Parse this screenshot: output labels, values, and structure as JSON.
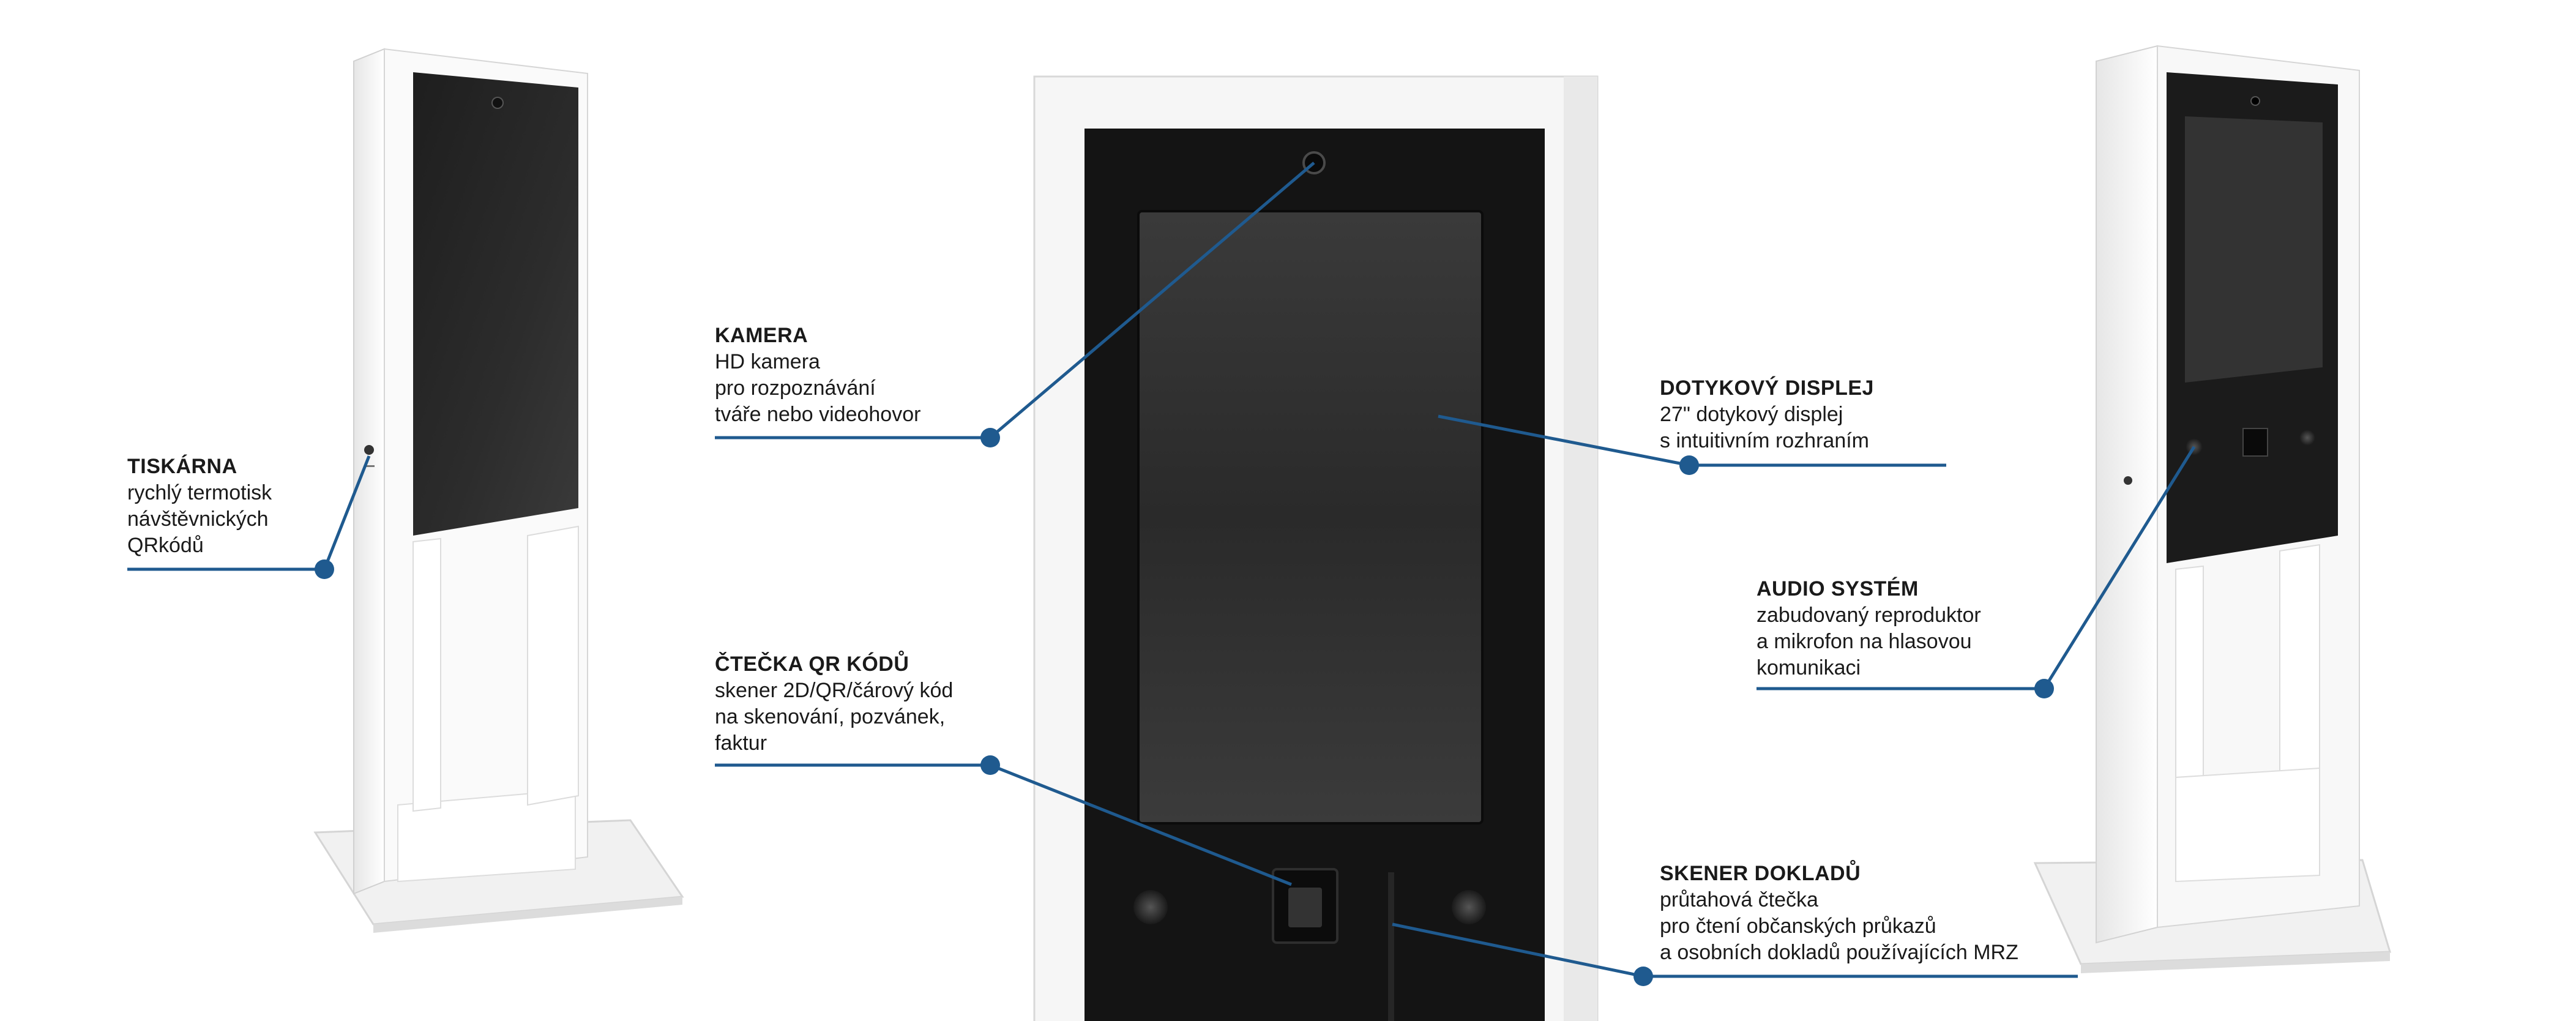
{
  "colors": {
    "accent": "#1f5a8f",
    "frame": "#f4f4f4",
    "screen": "#1c1c1c"
  },
  "callouts": {
    "printer": {
      "title": "TISKÁRNA",
      "lines": [
        "rychlý termotisk",
        "návštěvnických",
        "QRkódů"
      ]
    },
    "camera": {
      "title": "KAMERA",
      "lines": [
        "HD kamera",
        "pro rozpoznávání",
        "tváře nebo videohovor"
      ]
    },
    "display": {
      "title": "DOTYKOVÝ DISPLEJ",
      "lines": [
        "27\" dotykový displej",
        "s intuitivním rozhraním"
      ]
    },
    "audio": {
      "title": "AUDIO SYSTÉM",
      "lines": [
        "zabudovaný reproduktor",
        "a mikrofon na hlasovou",
        "komunikaci"
      ]
    },
    "qr_reader": {
      "title": "ČTEČKA QR KÓDŮ",
      "lines": [
        "skener 2D/QR/čárový kód",
        "na skenování, pozvánek,",
        "faktur"
      ]
    },
    "doc_scanner": {
      "title": "SKENER DOKLADŮ",
      "lines": [
        "průtahová čtečka",
        "pro čtení občanských průkazů",
        "a osobních dokladů používajících MRZ"
      ]
    }
  }
}
